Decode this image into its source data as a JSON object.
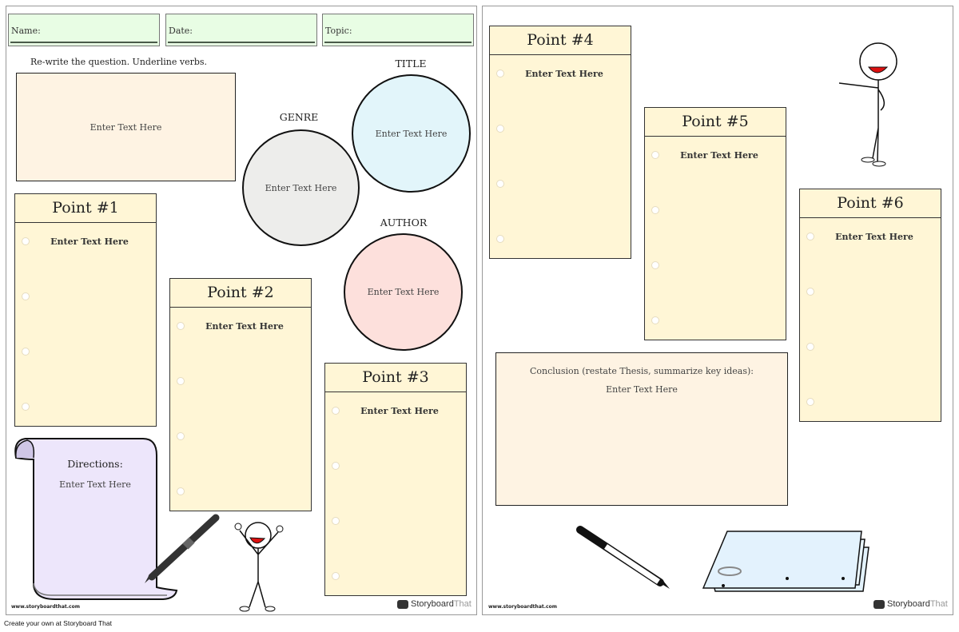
{
  "header_fields": [
    {
      "label": "Name:"
    },
    {
      "label": "Date:"
    },
    {
      "label": "Topic:"
    }
  ],
  "question": {
    "label": "Re-write the question. Underline verbs.",
    "placeholder": "Enter Text Here"
  },
  "circles": {
    "genre": {
      "label": "GENRE",
      "placeholder": "Enter Text Here",
      "color": "#ededeb"
    },
    "title": {
      "label": "TITLE",
      "placeholder": "Enter Text Here",
      "color": "#e2f5fa"
    },
    "author": {
      "label": "AUTHOR",
      "placeholder": "Enter Text Here",
      "color": "#fde0dc"
    }
  },
  "points": [
    {
      "title": "Point #1",
      "placeholder": "Enter Text Here"
    },
    {
      "title": "Point #2",
      "placeholder": "Enter Text Here"
    },
    {
      "title": "Point #3",
      "placeholder": "Enter Text Here"
    },
    {
      "title": "Point #4",
      "placeholder": "Enter Text Here"
    },
    {
      "title": "Point #5",
      "placeholder": "Enter Text Here"
    },
    {
      "title": "Point #6",
      "placeholder": "Enter Text Here"
    }
  ],
  "directions": {
    "label": "Directions:",
    "placeholder": "Enter Text Here"
  },
  "conclusion": {
    "label": "Conclusion (restate Thesis, summarize key ideas):",
    "placeholder": "Enter Text Here"
  },
  "watermark": "www.storyboardthat.com",
  "logo": {
    "brand": "Storyboard",
    "suffix": "That"
  },
  "footer": "Create your own at Storyboard That"
}
